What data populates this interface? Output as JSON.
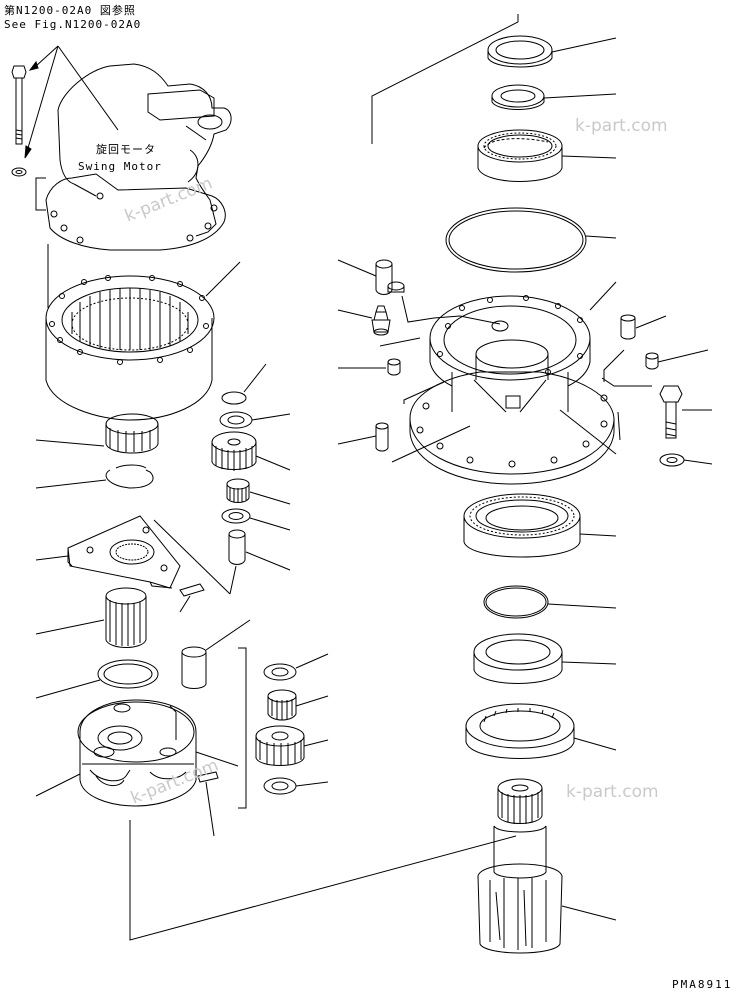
{
  "reference": {
    "japanese": "第N1200-02A0 図参照",
    "english": "See Fig.N1200-02A0"
  },
  "motor_label": {
    "japanese": "旋回モータ",
    "english": "Swing Motor"
  },
  "watermark": "k-part.com",
  "drawing_code": "PMA8911",
  "colors": {
    "line": "#000000",
    "watermark": "#c9c9c9",
    "background": "#ffffff"
  }
}
